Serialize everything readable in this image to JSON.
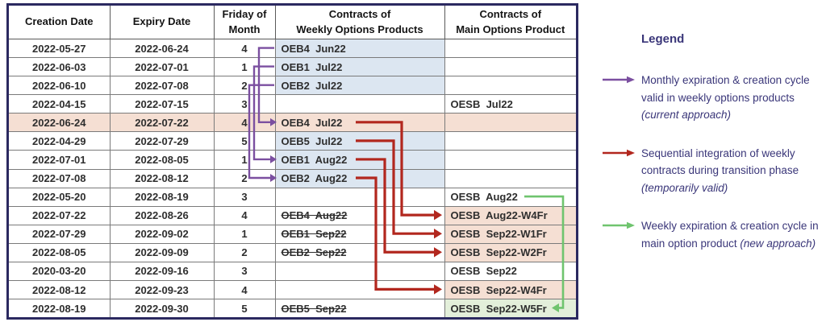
{
  "colors": {
    "purple": "#7B4FA0",
    "red": "#B2271E",
    "green": "#6FC46E",
    "navy_text": "#3A3679",
    "table_border": "#2B2960",
    "row_highlight_pink": "#F5DFD3",
    "weekly_light_blue": "#DCE6F1",
    "weekly_dark_blue": "#A9C4DF",
    "main_green": "#E3EFDA"
  },
  "table": {
    "headers": [
      "Creation Date",
      "Expiry Date",
      "Friday of\nMonth",
      "Contracts of\nWeekly Options Products",
      "Contracts of\nMain Options Product"
    ],
    "rows": [
      {
        "creation": "2022-05-27",
        "expiry": "2022-06-24",
        "friday": "4",
        "weekly": "OEB4  Jun22",
        "weekly_bg": "blue",
        "weekly_strike": false,
        "main": "",
        "main_bg": "none",
        "highlight": false
      },
      {
        "creation": "2022-06-03",
        "expiry": "2022-07-01",
        "friday": "1",
        "weekly": "OEB1  Jul22",
        "weekly_bg": "blue",
        "weekly_strike": false,
        "main": "",
        "main_bg": "none",
        "highlight": false
      },
      {
        "creation": "2022-06-10",
        "expiry": "2022-07-08",
        "friday": "2",
        "weekly": "OEB2  Jul22",
        "weekly_bg": "blue",
        "weekly_strike": false,
        "main": "",
        "main_bg": "none",
        "highlight": false
      },
      {
        "creation": "2022-04-15",
        "expiry": "2022-07-15",
        "friday": "3",
        "weekly": "",
        "weekly_bg": "none",
        "weekly_strike": false,
        "main": "OESB  Jul22",
        "main_bg": "none",
        "highlight": false
      },
      {
        "creation": "2022-06-24",
        "expiry": "2022-07-22",
        "friday": "4",
        "weekly": "OEB4  Jul22",
        "weekly_bg": "darkblue",
        "weekly_strike": false,
        "main": "",
        "main_bg": "none",
        "highlight": true
      },
      {
        "creation": "2022-04-29",
        "expiry": "2022-07-29",
        "friday": "5",
        "weekly": "OEB5  Jul22",
        "weekly_bg": "blue",
        "weekly_strike": false,
        "main": "",
        "main_bg": "none",
        "highlight": false
      },
      {
        "creation": "2022-07-01",
        "expiry": "2022-08-05",
        "friday": "1",
        "weekly": "OEB1  Aug22",
        "weekly_bg": "blue",
        "weekly_strike": false,
        "main": "",
        "main_bg": "none",
        "highlight": false
      },
      {
        "creation": "2022-07-08",
        "expiry": "2022-08-12",
        "friday": "2",
        "weekly": "OEB2  Aug22",
        "weekly_bg": "blue",
        "weekly_strike": false,
        "main": "",
        "main_bg": "none",
        "highlight": false
      },
      {
        "creation": "2022-05-20",
        "expiry": "2022-08-19",
        "friday": "3",
        "weekly": "",
        "weekly_bg": "none",
        "weekly_strike": false,
        "main": "OESB  Aug22",
        "main_bg": "none",
        "highlight": false
      },
      {
        "creation": "2022-07-22",
        "expiry": "2022-08-26",
        "friday": "4",
        "weekly": "OEB4  Aug22",
        "weekly_bg": "none",
        "weekly_strike": true,
        "main": "OESB  Aug22-W4Fr",
        "main_bg": "pink",
        "highlight": false
      },
      {
        "creation": "2022-07-29",
        "expiry": "2022-09-02",
        "friday": "1",
        "weekly": "OEB1  Sep22",
        "weekly_bg": "none",
        "weekly_strike": true,
        "main": "OESB  Sep22-W1Fr",
        "main_bg": "pink",
        "highlight": false
      },
      {
        "creation": "2022-08-05",
        "expiry": "2022-09-09",
        "friday": "2",
        "weekly": "OEB2  Sep22",
        "weekly_bg": "none",
        "weekly_strike": true,
        "main": "OESB  Sep22-W2Fr",
        "main_bg": "pink",
        "highlight": false
      },
      {
        "creation": "2020-03-20",
        "expiry": "2022-09-16",
        "friday": "3",
        "weekly": "",
        "weekly_bg": "none",
        "weekly_strike": false,
        "main": "OESB  Sep22",
        "main_bg": "none",
        "highlight": false
      },
      {
        "creation": "2022-08-12",
        "expiry": "2022-09-23",
        "friday": "4",
        "weekly": "",
        "weekly_bg": "none",
        "weekly_strike": false,
        "main": "OESB  Sep22-W4Fr",
        "main_bg": "pink",
        "highlight": false
      },
      {
        "creation": "2022-08-19",
        "expiry": "2022-09-30",
        "friday": "5",
        "weekly": "OEB5  Sep22",
        "weekly_bg": "none",
        "weekly_strike": true,
        "main": "OESB  Sep22-W5Fr",
        "main_bg": "green",
        "highlight": false
      }
    ]
  },
  "arrows": [
    {
      "color": "purple",
      "from_row": 1,
      "to_row": 5
    },
    {
      "color": "purple",
      "from_row": 2,
      "to_row": 7
    },
    {
      "color": "purple",
      "from_row": 3,
      "to_row": 8
    },
    {
      "color": "red",
      "from_row": 5,
      "to_row": 10
    },
    {
      "color": "red",
      "from_row": 6,
      "to_row": 11
    },
    {
      "color": "red",
      "from_row": 7,
      "to_row": 12
    },
    {
      "color": "red",
      "from_row": 8,
      "to_row": 14
    },
    {
      "color": "green",
      "from_row": 9,
      "to_row": 15
    }
  ],
  "legend": {
    "title": "Legend",
    "items": [
      {
        "color": "purple",
        "text": "Monthly expiration & creation cycle valid in weekly options products",
        "italic": "(current approach)"
      },
      {
        "color": "red",
        "text": "Sequential integration of weekly contracts during transition phase",
        "italic": "(temporarily valid)"
      },
      {
        "color": "green",
        "text": "Weekly expiration & creation cycle in main option product",
        "italic": "(new approach)"
      }
    ]
  }
}
